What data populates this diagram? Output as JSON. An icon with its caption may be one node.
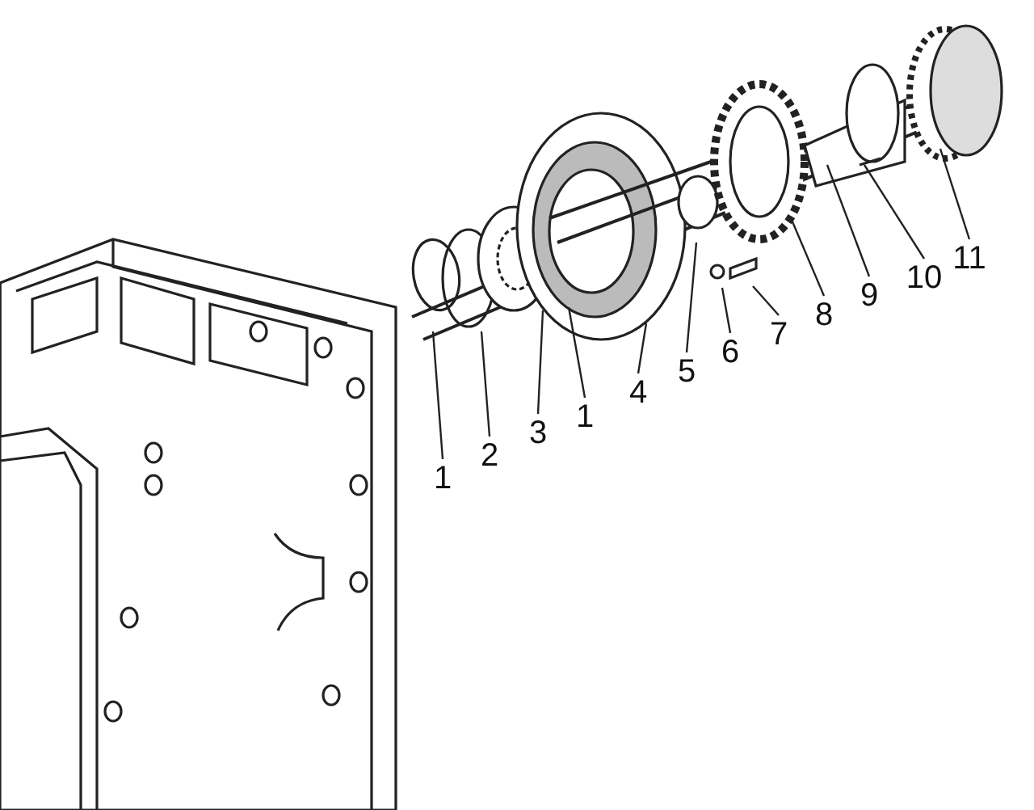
{
  "diagram": {
    "nodes": [
      {
        "text": [
          "1"
        ]
      },
      {
        "text": [
          "2"
        ]
      },
      {
        "text": [
          "3"
        ]
      },
      {
        "text": [
          "1"
        ]
      },
      {
        "text": [
          "4"
        ]
      },
      {
        "text": [
          "5"
        ]
      },
      {
        "text": [
          "6"
        ]
      },
      {
        "text": [
          "7"
        ]
      },
      {
        "text": [
          "8"
        ]
      },
      {
        "text": [
          "9"
        ]
      },
      {
        "text": [
          "10"
        ]
      },
      {
        "text": [
          "11"
        ]
      }
    ],
    "edges": [
      {
        "from": 0,
        "to": null,
        "arrow": "none"
      },
      {
        "from": 1,
        "to": null,
        "arrow": "none"
      },
      {
        "from": 2,
        "to": null,
        "arrow": "none"
      },
      {
        "from": 3,
        "to": null,
        "arrow": "none"
      },
      {
        "from": 4,
        "to": null,
        "arrow": "none"
      },
      {
        "from": 5,
        "to": null,
        "arrow": "none"
      },
      {
        "from": 6,
        "to": null,
        "arrow": "none"
      },
      {
        "from": 7,
        "to": null,
        "arrow": "none"
      },
      {
        "from": 8,
        "to": null,
        "arrow": "none"
      },
      {
        "from": 9,
        "to": null,
        "arrow": "none"
      },
      {
        "from": 10,
        "to": null,
        "arrow": "none"
      },
      {
        "from": 11,
        "to": null,
        "arrow": "none"
      }
    ]
  }
}
